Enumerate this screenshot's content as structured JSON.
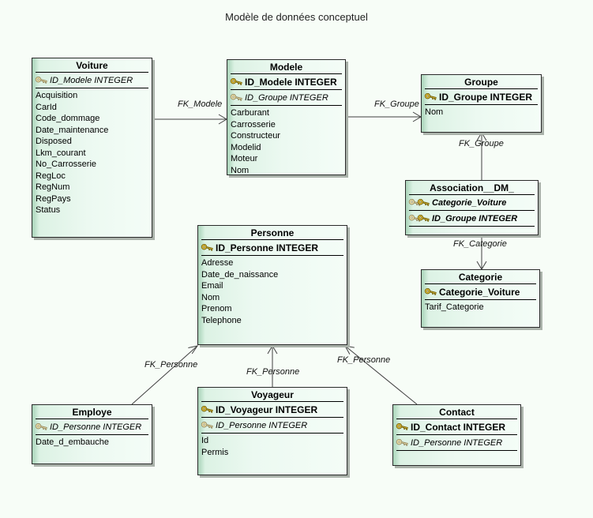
{
  "title": "Modèle de données conceptuel",
  "entities": {
    "voiture": {
      "name": "Voiture",
      "keys": [
        {
          "label": "ID_Modele INTEGER",
          "key_type": "foreign"
        }
      ],
      "fields": [
        "Acquisition",
        "CarId",
        "Code_dommage",
        "Date_maintenance",
        "Disposed",
        "Lkm_courant",
        "No_Carrosserie",
        "RegLoc",
        "RegNum",
        "RegPays",
        "Status"
      ]
    },
    "modele": {
      "name": "Modele",
      "keys": [
        {
          "label": "ID_Modele INTEGER",
          "key_type": "primary"
        },
        {
          "label": "ID_Groupe INTEGER",
          "key_type": "foreign"
        }
      ],
      "fields": [
        "Carburant",
        "Carrosserie",
        "Constructeur",
        "Modelid",
        "Moteur",
        "Nom"
      ]
    },
    "groupe": {
      "name": "Groupe",
      "keys": [
        {
          "label": "ID_Groupe INTEGER",
          "key_type": "primary"
        }
      ],
      "fields": [
        "Nom"
      ]
    },
    "association": {
      "name": "Association__DM_",
      "keys": [
        {
          "label": "Categorie_Voiture",
          "key_type": "primary-foreign"
        },
        {
          "label": "ID_Groupe INTEGER",
          "key_type": "primary-foreign"
        }
      ],
      "fields": []
    },
    "categorie": {
      "name": "Categorie",
      "keys": [
        {
          "label": "Categorie_Voiture",
          "key_type": "primary"
        }
      ],
      "fields": [
        "Tarif_Categorie"
      ]
    },
    "personne": {
      "name": "Personne",
      "keys": [
        {
          "label": "ID_Personne INTEGER",
          "key_type": "primary"
        }
      ],
      "fields": [
        "Adresse",
        "Date_de_naissance",
        "Email",
        "Nom",
        "Prenom",
        "Telephone"
      ]
    },
    "employe": {
      "name": "Employe",
      "keys": [
        {
          "label": "ID_Personne INTEGER",
          "key_type": "foreign"
        }
      ],
      "fields": [
        "Date_d_embauche"
      ]
    },
    "voyageur": {
      "name": "Voyageur",
      "keys": [
        {
          "label": "ID_Voyageur INTEGER",
          "key_type": "primary"
        },
        {
          "label": "ID_Personne INTEGER",
          "key_type": "foreign"
        }
      ],
      "fields": [
        "Id",
        "Permis"
      ]
    },
    "contact": {
      "name": "Contact",
      "keys": [
        {
          "label": "ID_Contact INTEGER",
          "key_type": "primary"
        },
        {
          "label": "ID_Personne INTEGER",
          "key_type": "foreign"
        }
      ],
      "fields": []
    }
  },
  "relations": [
    {
      "label": "FK_Modele",
      "from": "Voiture",
      "to": "Modele"
    },
    {
      "label": "FK_Groupe",
      "from": "Modele",
      "to": "Groupe"
    },
    {
      "label": "FK_Groupe",
      "from": "Association__DM_",
      "to": "Groupe"
    },
    {
      "label": "FK_Categorie",
      "from": "Association__DM_",
      "to": "Categorie"
    },
    {
      "label": "FK_Personne",
      "from": "Employe",
      "to": "Personne"
    },
    {
      "label": "FK_Personne",
      "from": "Voyageur",
      "to": "Personne"
    },
    {
      "label": "FK_Personne",
      "from": "Contact",
      "to": "Personne"
    }
  ],
  "colors": {
    "background": "#f7fdf7",
    "entity_fill": "#ecf9f1",
    "entity_fill_edge": "#a9d4b9",
    "entity_border": "#2a2a2a",
    "key_gold": "#d9b93d",
    "key_pale": "#eadfa9",
    "connector": "#404040"
  }
}
